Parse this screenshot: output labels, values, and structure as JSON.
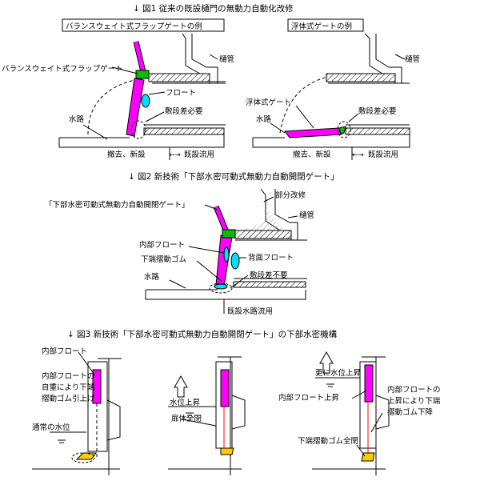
{
  "fig1": {
    "title": "↓ 図1 従来の既設樋門の無動力自動化改修",
    "left_box": "バランスウェイト式フラップゲートの例",
    "right_box": "浮体式ゲートの例",
    "balance_gate": "バランスウェイト式フラップゲート",
    "float": "フロート",
    "hikan_left": "樋管",
    "hikan_right": "樋管",
    "step_left": "敷段差必要",
    "step_right": "敷段差必要",
    "channel_left": "水路",
    "channel_right": "水路",
    "float_gate": "浮体式ゲート",
    "remove_left": "撤去、新設",
    "reuse_left": "既設流用",
    "remove_right": "撤去、新設",
    "reuse_right": "既設流用"
  },
  "fig2": {
    "title": "↓ 図2 新技術「下部水密可動式無動力自動開閉ゲート」",
    "gate_label": "「下部水密可動式無動力自動開閉ゲート」",
    "partial": "部分改修",
    "hikan": "樋管",
    "inner_float": "内部フロート",
    "rubber": "下端摺動ゴム",
    "back_float": "背面フロート",
    "channel": "水路",
    "no_step": "敷段差不要",
    "reuse": "既設水路流用"
  },
  "fig3": {
    "title": "↓ 図3 新技術「下部水密可動式無動力自動開閉ゲート」の下部水密機構",
    "inner_float": "内部フロート",
    "desc_line1": "内部フロートの",
    "desc_line2": "自重により下端",
    "desc_line3": "摺動ゴム引上げ",
    "normal_level": "通常の水位",
    "level_up": "水位上昇",
    "door_closed": "扉体全閉",
    "more_level_up": "更に水位上昇",
    "float_up": "内部フロート上昇",
    "rise_line1": "内部フロートの",
    "rise_line2": "上昇により下端",
    "rise_line3": "摺動ゴム下降",
    "rubber_closed": "下端摺動ゴム全閉"
  },
  "colors": {
    "gate": "#ff00ff",
    "float": "#00e0ff",
    "weight": "#00c000",
    "hatch": "#000000"
  }
}
